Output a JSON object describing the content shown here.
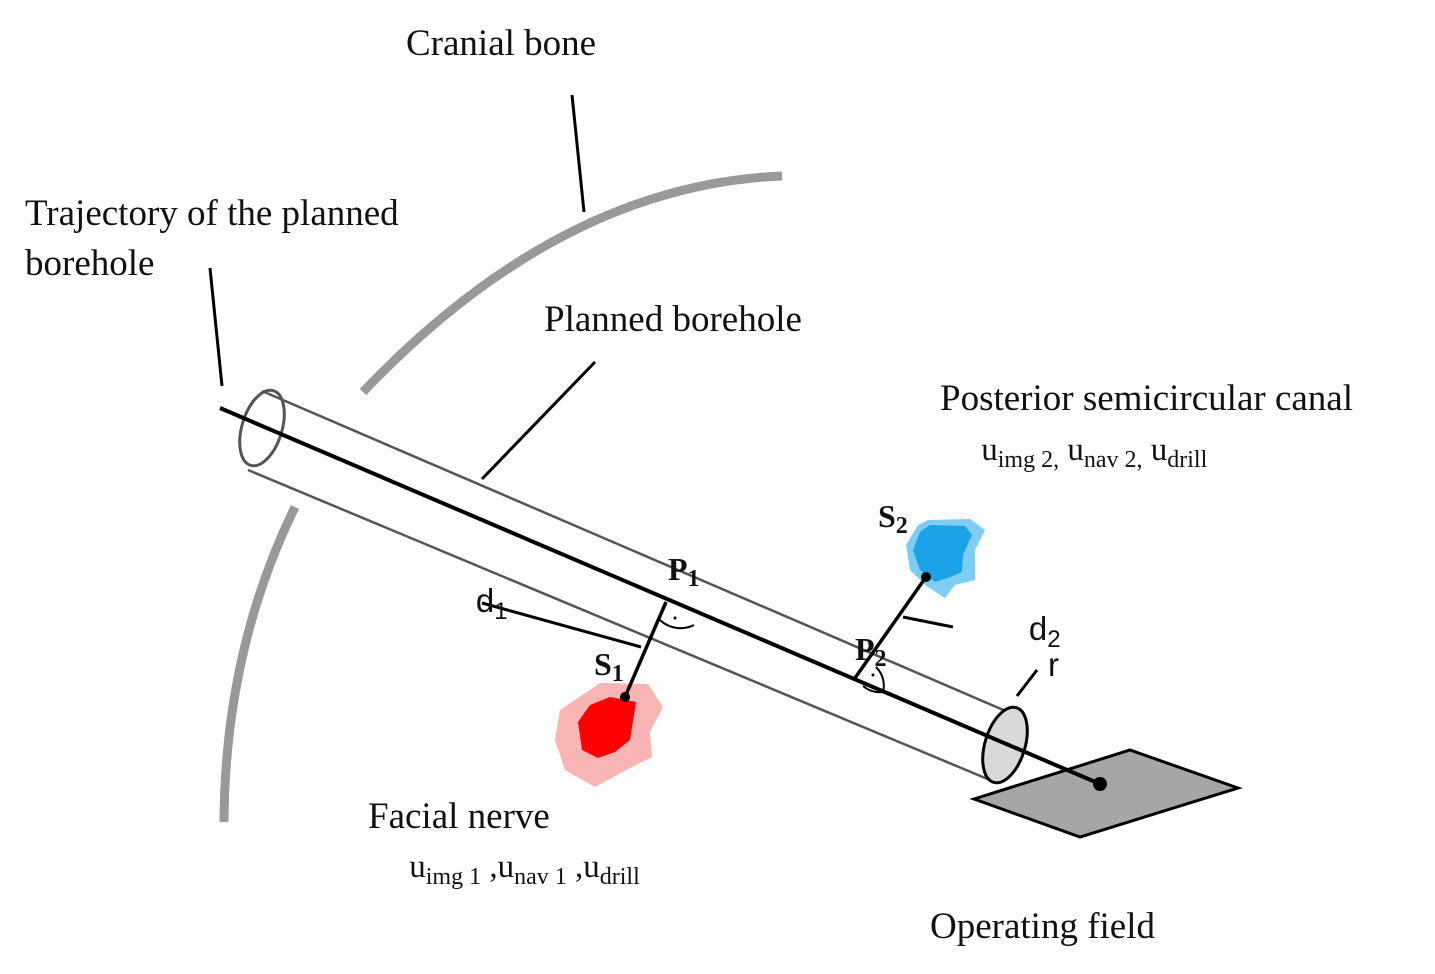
{
  "diagram": {
    "labels": {
      "cranial_bone": "Cranial bone",
      "trajectory_line1": "Trajectory of the planned",
      "trajectory_line2": "borehole",
      "planned_borehole": "Planned borehole",
      "posterior_canal": "Posterior semicircular canal",
      "facial_nerve": "Facial nerve",
      "operating_field": "Operating field",
      "radius": "r"
    },
    "points": {
      "p1": {
        "base": "P",
        "sub": "1"
      },
      "p2": {
        "base": "P",
        "sub": "2"
      },
      "s1": {
        "base": "S",
        "sub": "1"
      },
      "s2": {
        "base": "S",
        "sub": "2"
      }
    },
    "distances": {
      "d1": {
        "base": "d",
        "sub": "1"
      },
      "d2": {
        "base": "d",
        "sub": "2"
      }
    },
    "uncertainties": {
      "facial_nerve": [
        {
          "base": "u",
          "sub": "img 1",
          "sep": " ,"
        },
        {
          "base": "u",
          "sub": "nav 1",
          "sep": " ,"
        },
        {
          "base": "u",
          "sub": "drill",
          "sep": ""
        }
      ],
      "posterior_canal": [
        {
          "base": "u",
          "sub": "img 2,",
          "sep": " "
        },
        {
          "base": "u",
          "sub": "nav 2,",
          "sep": " "
        },
        {
          "base": "u",
          "sub": "drill",
          "sep": ""
        }
      ]
    },
    "colors": {
      "bone": "#999999",
      "nerve_core": "#ff0000",
      "nerve_margin": "#f9b4b4",
      "canal_core": "#1aa3e8",
      "canal_margin": "#7fcdf2",
      "operating_field": "#a6a6a6",
      "tube_end": "#d9d9d9"
    }
  }
}
